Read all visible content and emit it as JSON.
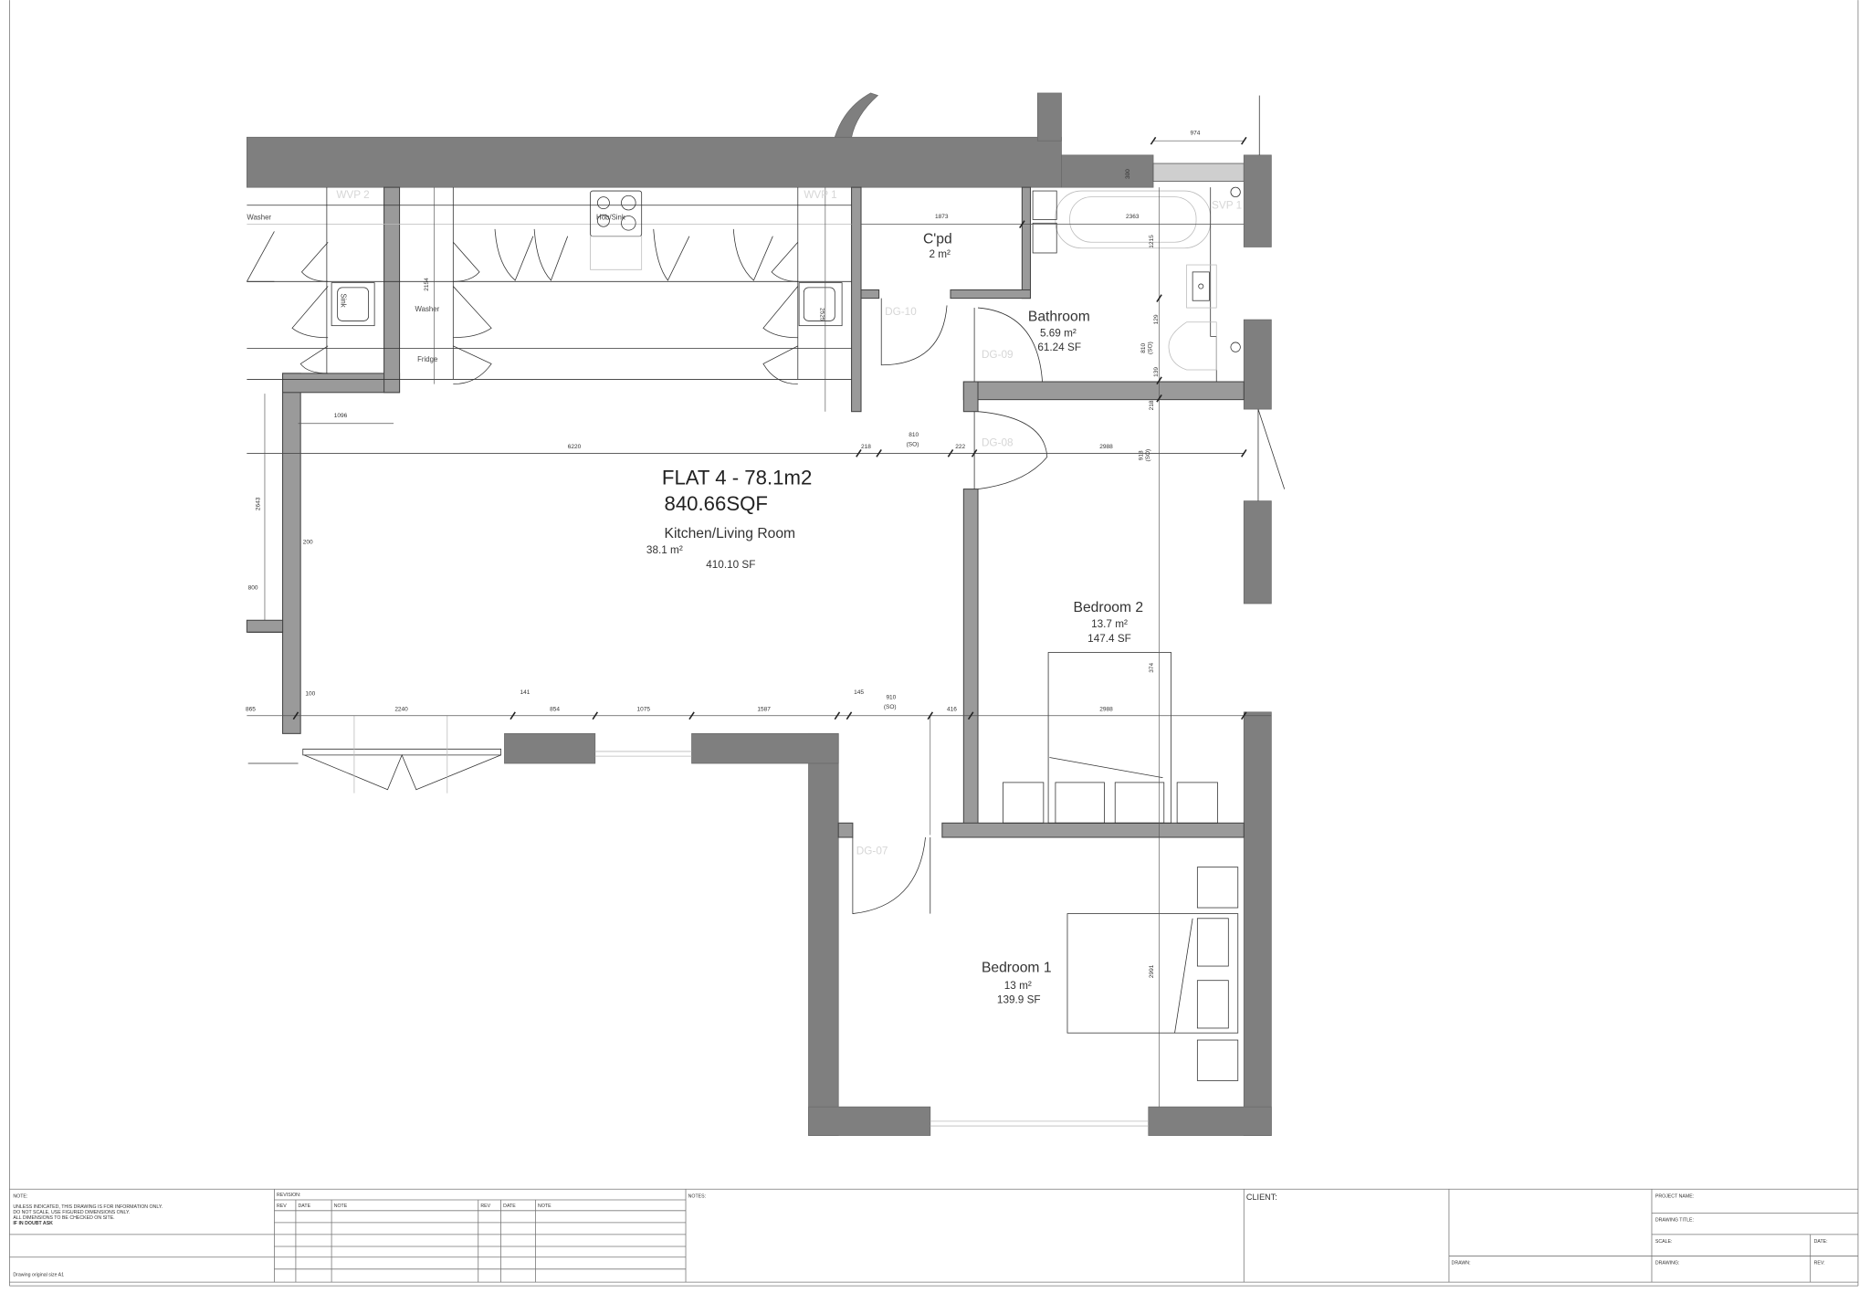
{
  "flat": {
    "title": "FLAT 4 - 78.1m2",
    "sqf": "840.66SQF"
  },
  "rooms": {
    "kitchen": {
      "name": "Kitchen/Living Room",
      "area_m2": "38.1 m²",
      "area_sf": "410.10 SF"
    },
    "cpd": {
      "name": "C'pd",
      "area_m2": "2 m²"
    },
    "bathroom": {
      "name": "Bathroom",
      "area_m2": "5.69 m²",
      "area_sf": "61.24 SF"
    },
    "bedroom2": {
      "name": "Bedroom 2",
      "area_m2": "13.7 m²",
      "area_sf": "147.4 SF"
    },
    "bedroom1": {
      "name": "Bedroom 1",
      "area_m2": "13 m²",
      "area_sf": "139.9 SF"
    }
  },
  "fixtures": {
    "wvp2": "WVP 2",
    "wvp1": "WVP 1",
    "svp1": "SVP 1",
    "washer_left": "Washer",
    "sink": "Sink",
    "washer": "Washer",
    "fridge": "Fridge",
    "hob": "Hob/Sink",
    "dg10": "DG-10",
    "dg09": "DG-09",
    "dg08": "DG-08",
    "dg07": "DG-07"
  },
  "dims": {
    "d974": "974",
    "d300": "300",
    "d1873": "1873",
    "d2363": "2363",
    "d1215": "1215",
    "d129": "129",
    "d810b": "810",
    "so_b": "(SO)",
    "d139": "139",
    "d218r": "218",
    "d2154": "2154",
    "d2525": "2525",
    "d1096": "1096",
    "d6220": "6220",
    "d218": "218",
    "d810": "810",
    "so_a": "(SO)",
    "d222": "222",
    "d2988a": "2988",
    "d918": "918",
    "so_c": "(SO)",
    "d2643": "2643",
    "d200": "200",
    "d800": "800",
    "d865": "865",
    "d100": "100",
    "d2240": "2240",
    "d141": "141",
    "d854": "854",
    "d1075": "1075",
    "d1587": "1587",
    "d145": "145",
    "d910": "910",
    "so_d": "(SO)",
    "d416": "416",
    "d2988b": "2988",
    "d374": "374",
    "d2991": "2991"
  },
  "title_block": {
    "note_label": "NOTE:",
    "note_lines": [
      "UNLESS INDICATED, THIS DRAWING IS FOR INFORMATION ONLY.",
      "DO NOT SCALE, USE FIGURED DIMENSIONS ONLY.",
      "ALL DIMENSIONS TO BE CHECKED ON SITE.",
      "IF IN DOUBT ASK"
    ],
    "original_size": "Drawing original size A1",
    "revision_label": "REVISION:",
    "rev_headers": [
      "REV",
      "DATE",
      "NOTE",
      "REV",
      "DATE",
      "NOTE"
    ],
    "notes_label": "NOTES:",
    "client_label": "CLIENT:",
    "drawn_label": "DRAWN:",
    "project_name_label": "PROJECT NAME:",
    "drawing_title_label": "DRAWING TITLE:",
    "scale_label": "SCALE:",
    "date_label": "DATE:",
    "drawing_label": "DRAWING:",
    "rev_label": "REV:"
  }
}
